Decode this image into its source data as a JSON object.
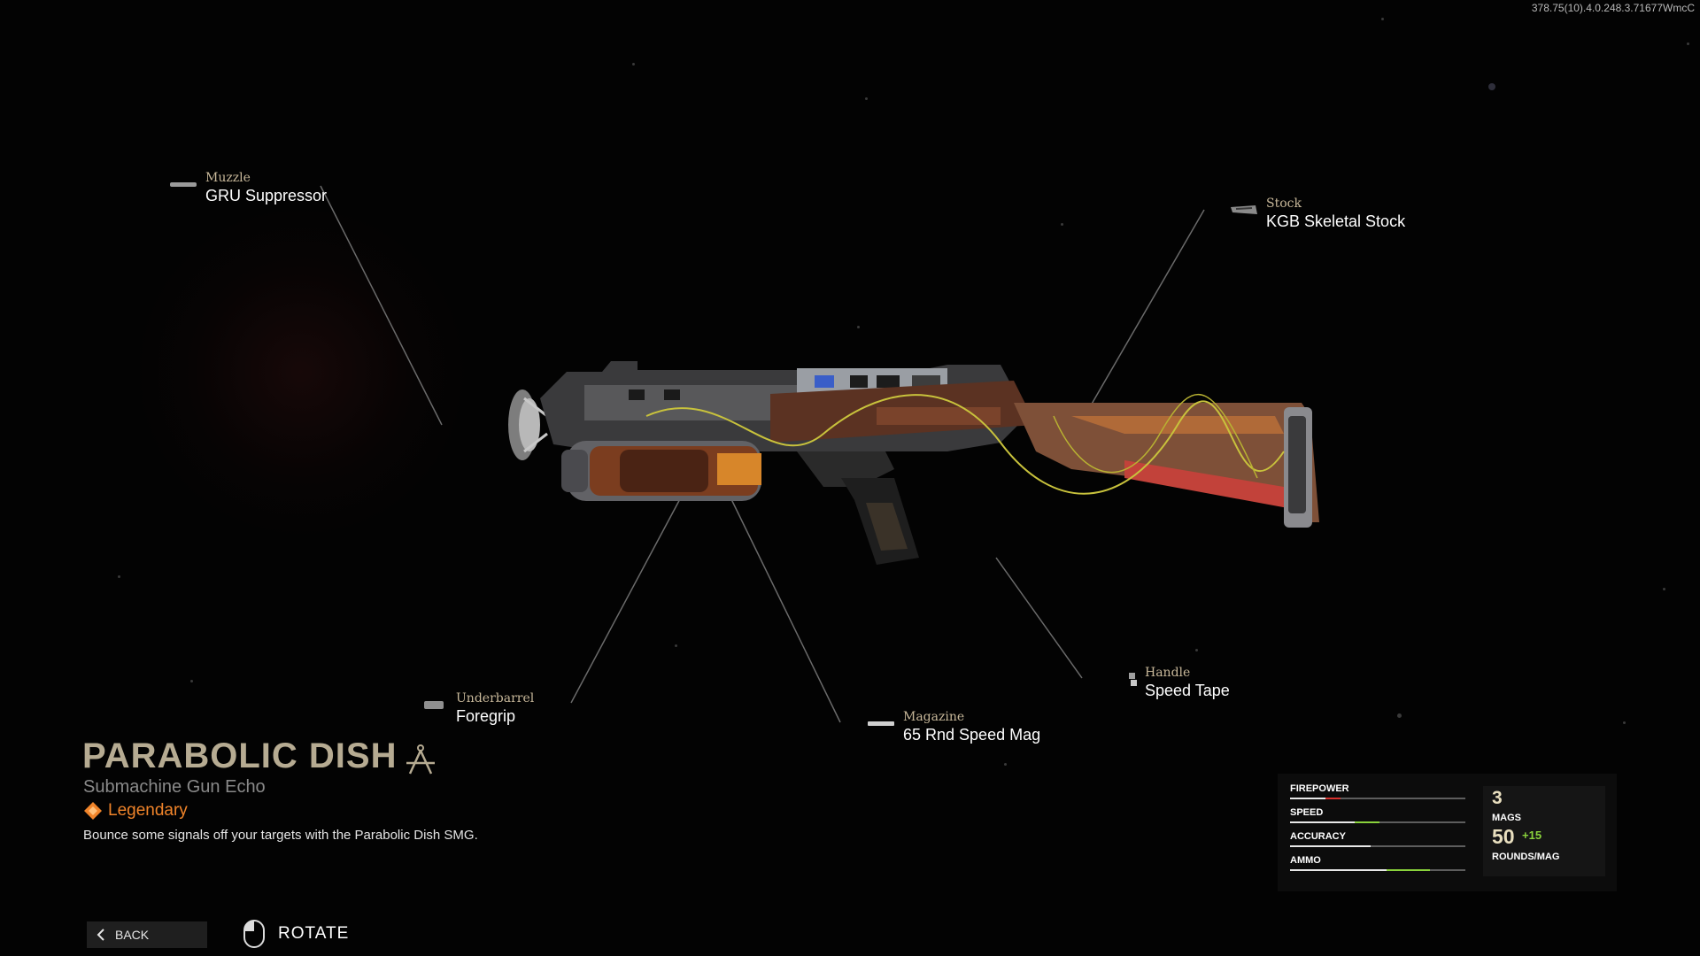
{
  "version": "378.75(10).4.0.248.3.71677WmcC",
  "weapon": {
    "name": "PARABOLIC DISH",
    "type": "Submachine Gun Echo",
    "rarity": "Legendary",
    "description": "Bounce some signals off your targets with the Parabolic Dish SMG.",
    "title_icon": "compass-icon",
    "rarity_icon": "legendary-diamond-icon"
  },
  "attachments": {
    "muzzle": {
      "slot": "Muzzle",
      "name": "GRU Suppressor",
      "icon": "suppressor-icon"
    },
    "stock": {
      "slot": "Stock",
      "name": "KGB Skeletal Stock",
      "icon": "stock-icon"
    },
    "underbarrel": {
      "slot": "Underbarrel",
      "name": "Foregrip",
      "icon": "foregrip-icon"
    },
    "magazine": {
      "slot": "Magazine",
      "name": "65 Rnd Speed Mag",
      "icon": "magazine-icon"
    },
    "handle": {
      "slot": "Handle",
      "name": "Speed Tape",
      "icon": "tape-icon"
    }
  },
  "stats": {
    "firepower": {
      "label": "FIREPOWER",
      "base": 0.29,
      "delta": -0.09
    },
    "speed": {
      "label": "SPEED",
      "base": 0.37,
      "delta": 0.14
    },
    "accuracy": {
      "label": "ACCURACY",
      "base": 0.46,
      "delta": 0.0
    },
    "ammo": {
      "label": "AMMO",
      "base": 0.55,
      "delta": 0.25
    },
    "mags": "3",
    "mags_label": "MAGS",
    "rounds": "50",
    "rounds_bonus": "+15",
    "rounds_label": "ROUNDS/MAG"
  },
  "footer": {
    "back_label": "BACK",
    "rotate_label": "ROTATE",
    "back_icon": "chevron-left-icon",
    "rotate_icon": "mouse-icon"
  },
  "colors": {
    "title": "#b6ab92",
    "slot_label": "#c8b89a",
    "legendary": "#f0842a",
    "stat_positive": "#8ad33c",
    "stat_negative": "#d8322e"
  }
}
